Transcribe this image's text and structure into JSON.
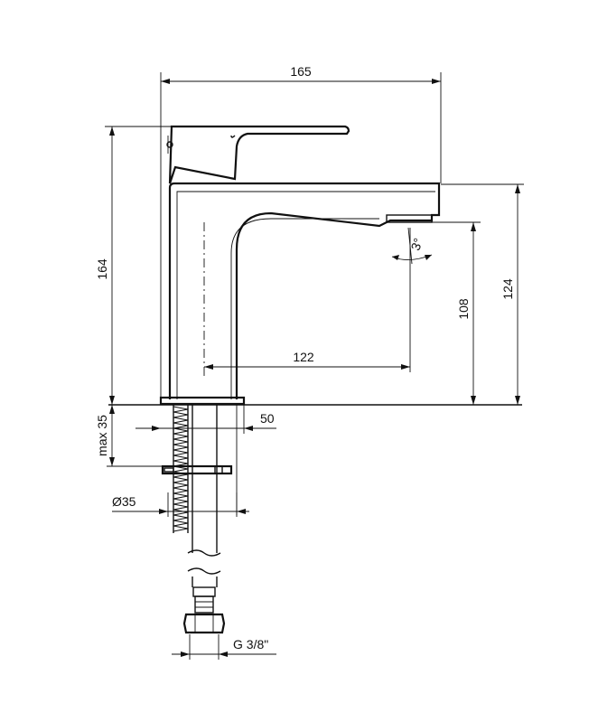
{
  "dimensions": {
    "overall_width": "165",
    "overall_height": "164",
    "spout_height": "124",
    "outlet_height": "108",
    "spout_reach": "122",
    "base_diameter": "50",
    "max_thickness": "max 35",
    "hole_diameter": "Ø35",
    "connection": "G 3/8\"",
    "tilt_angle": "3°"
  }
}
